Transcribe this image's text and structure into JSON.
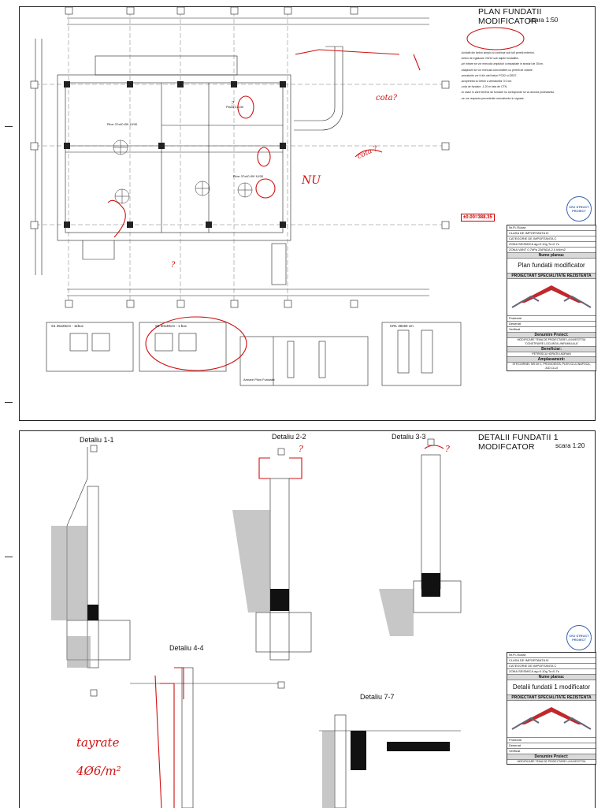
{
  "sheet1": {
    "title": "PLAN FUNDATII MODIFICATOR",
    "scale": "scara 1:50",
    "level": "±0.00=388.35",
    "plan_labels": {
      "stalp1": "Placa 37x40",
      "room_a": "Pilon 37x40 Ø9 10/30",
      "room_b": "Pilon 37x40 Ø9 10/30"
    },
    "sections": {
      "s1": "S1 25x25cm - 11buc",
      "s2": "S2 30x30cm - 1 buc",
      "cr1": "CR1 30x60 cm",
      "profil": "Armare Pilon Fundatie"
    },
    "notes": [
      "-fundatii din beton simplu si continue sub toti peretii exteriori.",
      "-beton de egalizare C8/10 sub talpile fundatiilor.",
      "-pe intrare se vor executa umpluturi compactate in straturi de 20cm.",
      "-stalpisorii se vor executa concomitent cu peretii de zidarie.",
      "-armaturile vor fi din otel beton PC52 si OB37.",
      "-acoperirea cu beton a armaturilor 3.0 cm.",
      "-cota de fundare -1.20 m fata de CTN.",
      "-in cazul in care terenul de fundare nu corespunde se va anunta proiectantul.",
      "-se vor respecta prevederile normativelor in vigoare."
    ],
    "title_block": {
      "rows": [
        "Nr.Ft./Scara",
        "CLASA DE IMPORTANTA III",
        "CATEGORIE DE IMPORTANTA C",
        "ZONA SEISMICA ag=0.10g Tc=0.7s",
        "ZONA VANT 0.7kPa ZAPADA 2.0 kN/m2"
      ],
      "name_label": "Nume plansa:",
      "name": "Plan fundatii modificator",
      "designer_label": "PROIECTANT SPECIALITATE REZISTENTA",
      "roles": [
        "Proiectat",
        "Desenat",
        "Verificat"
      ],
      "theme_label": "Denumire Proiect:",
      "theme": "MODIFICARE TEMA DE PROIECTARE LA INVESTITIA \"CONSTRUIRE LOCUINTA UNIFAMILIALA\"",
      "client_label": "Beneficiar:",
      "client": "PETRESCU HORATIU ADRIAN",
      "location_label": "Amplasament:",
      "location": "STR.DORNEI, NR.49 C, PROVIDENTA, PLEN CLUJ-NAPOCA, JUD.CLUJ"
    },
    "handwritten": {
      "cota1": "cota?",
      "cota2": "cota ?",
      "nu": "NU",
      "q1": "?",
      "q2": "?"
    }
  },
  "sheet2": {
    "title": "DETALII FUNDATII 1 MODIFCATOR",
    "scale": "scara 1:20",
    "details": [
      "Detaliu 1-1",
      "Detaliu 2-2",
      "Detaliu 3-3",
      "Detaliu 4-4",
      "Detaliu 7-7"
    ],
    "title_block": {
      "name_label": "Nume plansa:",
      "name": "Detalii fundatii 1 modificator",
      "designer_label": "PROIECTANT SPECIALITATE REZISTENTA",
      "theme_label": "Denumire Proiect:",
      "theme": "MODIFICARE TEMA DE PROIECTARE LA INVESTITIA"
    },
    "handwritten": {
      "note1": "tayrate",
      "note2": "4Ø6/m²",
      "q": "?",
      "q2": "?"
    }
  },
  "stamp": "CRJ STRUCT PROIECT"
}
